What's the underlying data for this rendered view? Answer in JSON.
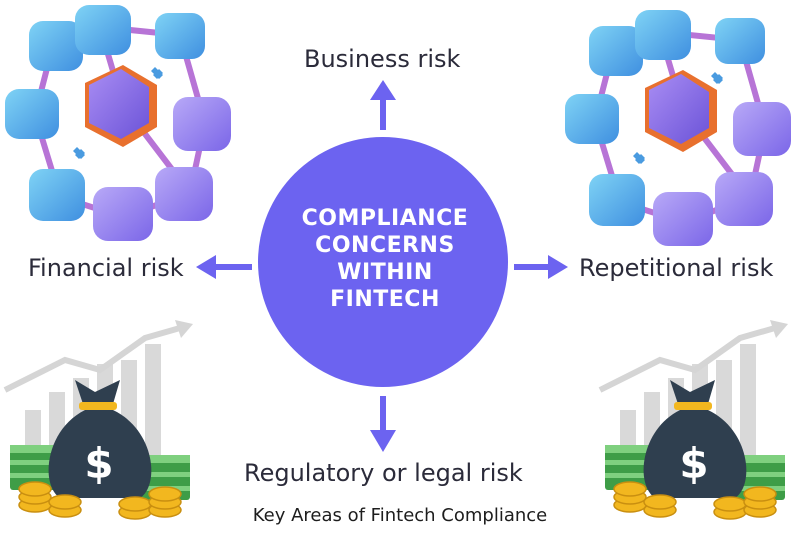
{
  "center": {
    "lines": [
      "COMPLIANCE",
      "CONCERNS",
      "WITHIN",
      "FINTECH"
    ]
  },
  "risks": {
    "top": "Business risk",
    "left": "Financial risk",
    "right": "Repetitional risk",
    "bottom": "Regulatory or legal risk"
  },
  "caption": "Key Areas of Fintech Compliance",
  "money_symbol": "$",
  "icons": [
    "blockchain-cubes-icon",
    "money-bag-growth-icon"
  ],
  "colors": {
    "primary": "#6C63F0",
    "arrow": "#6C63F0",
    "cube_blue": "#4FA9E8",
    "cube_purple": "#8E7BF0",
    "hexagon_orange": "#E8702E",
    "money_bag": "#2F3F4F",
    "coin_gold": "#F2B71F",
    "cash_green": "#4CAF50"
  }
}
